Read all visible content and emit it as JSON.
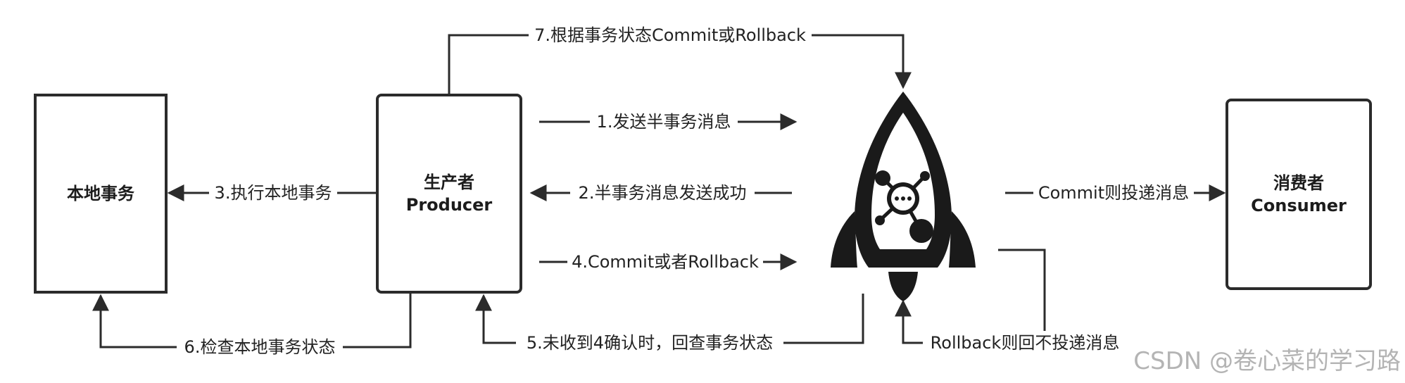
{
  "boxes": {
    "local_tx": {
      "title": "本地事务"
    },
    "producer": {
      "title": "生产者",
      "subtitle": "Producer"
    },
    "consumer": {
      "title": "消费者",
      "subtitle": "Consumer"
    }
  },
  "arrows": {
    "step1": "1.发送半事务消息",
    "step2": "2.半事务消息发送成功",
    "step3": "3.执行本地事务",
    "step4": "4.Commit或者Rollback",
    "step5": "5.未收到4确认时，回查事务状态",
    "step6": "6.检查本地事务状态",
    "step7": "7.根据事务状态Commit或Rollback",
    "commit_deliver": "Commit则投递消息",
    "rollback_no_deliver": "Rollback则回不投递消息"
  },
  "center_icon": {
    "icon": "rocket-icon"
  },
  "watermark": "CSDN @卷心菜的学习路"
}
